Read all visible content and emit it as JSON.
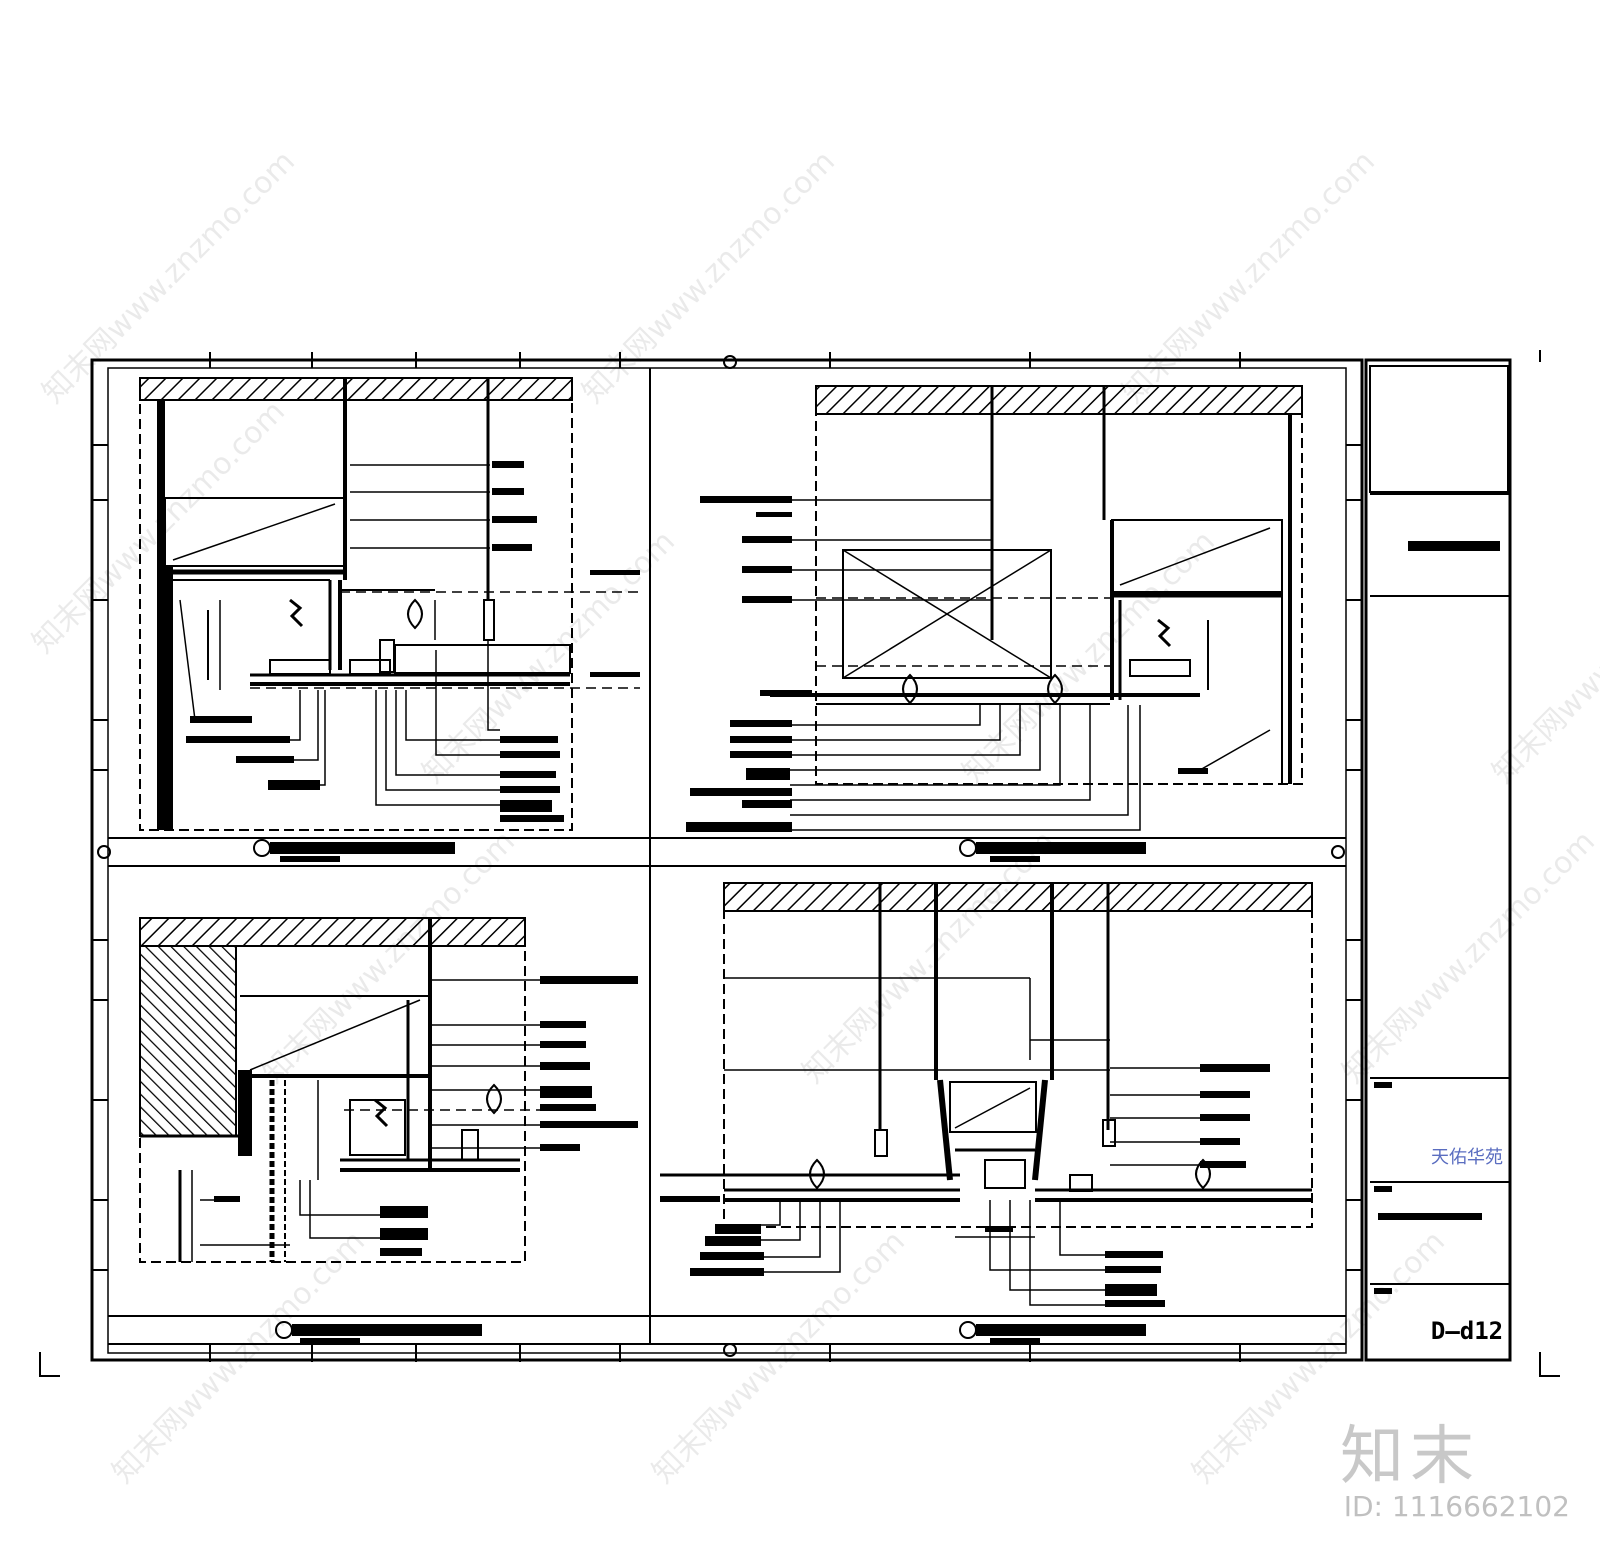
{
  "title_block": {
    "project_name": "天佑华苑",
    "drawing_number": "D—d12"
  },
  "brand": {
    "logo_text": "知末",
    "id_label": "ID: 1116662102",
    "watermark_text": "知末网www.znzmo.com"
  },
  "colors": {
    "line": "#000000",
    "project_name": "#5a6dc0",
    "brand_gray": "#c8c8c8"
  },
  "section_views": [
    {
      "name": "section-top-left"
    },
    {
      "name": "section-top-right"
    },
    {
      "name": "section-bottom-left"
    },
    {
      "name": "section-bottom-right"
    }
  ]
}
